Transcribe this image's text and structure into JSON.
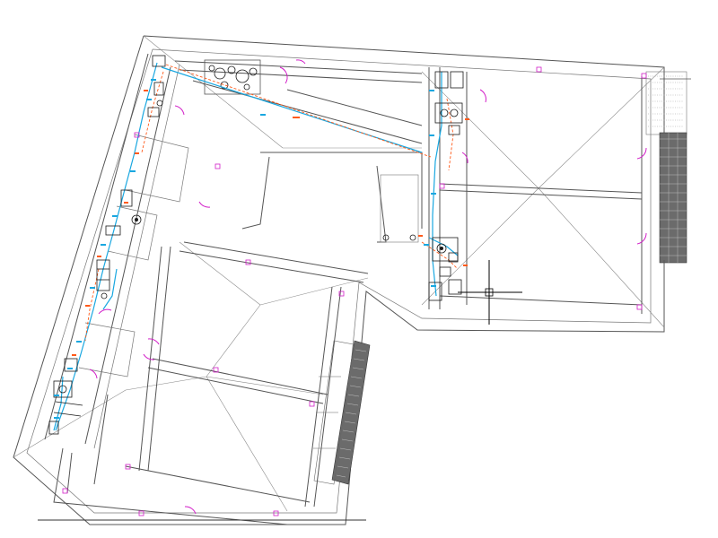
{
  "drawing": {
    "type": "cad-floor-plan",
    "colors": {
      "background": "#ffffff",
      "walls": "#555555",
      "roof_lines": "#8a8a8a",
      "water_supply_pipe": "#19a7e0",
      "drain_pipe": "#ff5a1a",
      "door_swings": "#d21ec8",
      "fixtures": "#1a1a1a",
      "hatch": "#444444"
    },
    "icons": [
      "crosshair-cursor",
      "door-swing-arc",
      "plumbing-fixture",
      "roof-ridge"
    ]
  }
}
